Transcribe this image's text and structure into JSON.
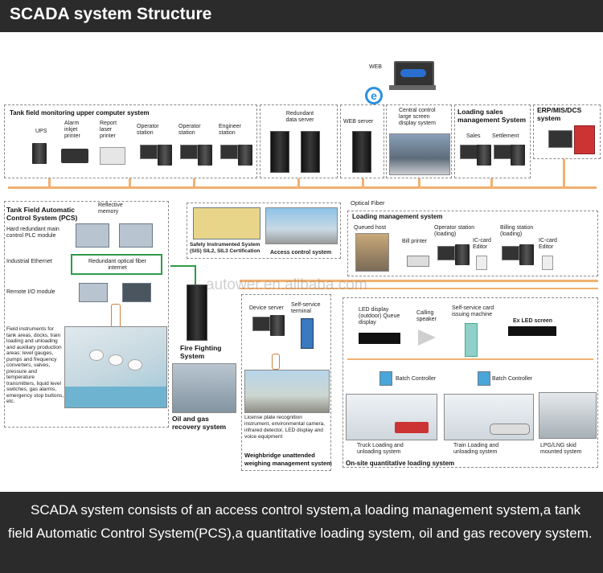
{
  "title": "SCADA system Structure",
  "watermark": "autower.en.alibaba.com",
  "caption": "SCADA system consists of  an access control system,a loading management system,a tank field Automatic Control System(PCS),a quantitative loading system, oil and gas recovery system.",
  "web": {
    "label": "WEB"
  },
  "optical_fiber": "Optical Fiber",
  "upper_computer": {
    "title": "Tank field monitoring upper computer system",
    "items": {
      "ups": "UPS",
      "alarm_printer": "Alarm inkjet printer",
      "report_printer": "Report laser printer",
      "operator_station_1": "Operator station",
      "operator_station_2": "Operator station",
      "engineer_station": "Engineer station"
    }
  },
  "redundant_server": {
    "title": "Redundant data server"
  },
  "web_server": {
    "title": "WEB server"
  },
  "central_control": {
    "title": "Central control large screen display system"
  },
  "loading_sales": {
    "title": "Loading sales management System",
    "sales": "Sales",
    "settlement": "Settlement"
  },
  "erp": {
    "title": "ERP/MIS/DCS system"
  },
  "pcs": {
    "title": "Tank Field Automatic Control System (PCS)",
    "reflective_memory": "Reflective memory",
    "plc": "Hard redundant main control PLC module",
    "ethernet": "Industrial Ethernet",
    "optical_internet": "Redundant optical fiber internet",
    "remote_io": "Remote I/O module",
    "field_instruments": "Field instruments for tank areas, docks, train loading and unloading and auxiliary production areas: level gauges, pumps and frequency converters, valves, pressure and temperature transmitters, liquid level switches, gas alarms, emergency stop buttons, etc."
  },
  "sis": {
    "title": "Safety Instrumented System (SIS) SIL2, SIL3 Certification"
  },
  "access_control": {
    "title": "Access control system"
  },
  "fire_fighting": {
    "title": "Fire Fighting System"
  },
  "oil_gas": {
    "title": "Oil and gas recovery system"
  },
  "loading_mgmt": {
    "title": "Loading management system",
    "queued_host": "Queued host",
    "bill_printer": "Bill printer",
    "operator_station_loading": "Operator station (loading)",
    "ic_card_editor_1": "IC-card Editor",
    "billing_station": "Billing station (loading)",
    "ic_card_editor_2": "IC-card Editor"
  },
  "weighbridge": {
    "title": "Weighbridge unattended weighing management system",
    "device_server": "Device server",
    "self_service_terminal": "Self-service terminal",
    "license_plate": "License plate recognition instrument, environmental camera, infrared detector, LED display and voice equipment"
  },
  "onsite": {
    "title": "On-site quantitative loading system",
    "led_display": "LED display (outdoor) Queue display",
    "calling_speaker": "Calling speaker",
    "self_service_card": "Self-service card issuing machine",
    "ex_led": "Ex LED screen",
    "batch_controller_1": "Batch Controller",
    "batch_controller_2": "Batch Controller",
    "truck_loading": "Truck Loading and unloading system",
    "train_loading": "Train Loading and unloading system",
    "lpg_skid": "LPG/LNG skid mounted system"
  }
}
